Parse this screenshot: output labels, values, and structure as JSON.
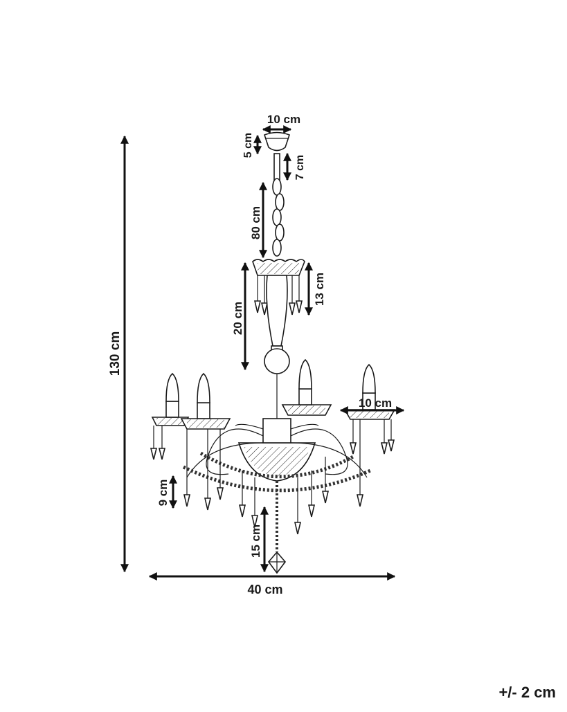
{
  "dimensions": {
    "total_height": "130 cm",
    "canopy_width": "10 cm",
    "canopy_height": "5 cm",
    "rod_length": "7 cm",
    "chain_length": "80 cm",
    "upper_crown_height": "13 cm",
    "stem_height": "20 cm",
    "cup_width": "10 cm",
    "arm_drop_height": "9 cm",
    "pendant_drop": "15 cm",
    "total_width": "40 cm"
  },
  "tolerance": "+/- 2 cm",
  "icons": [
    "chandelier-icon",
    "arrow-icon"
  ]
}
